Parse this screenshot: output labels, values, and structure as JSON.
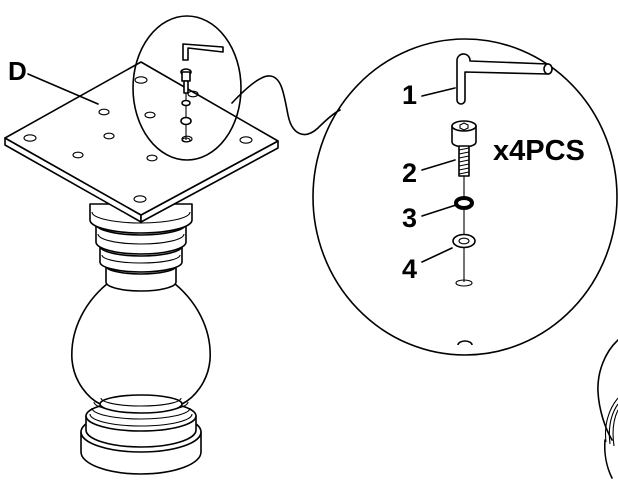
{
  "labels": {
    "part": "D",
    "callout_1": "1",
    "callout_2": "2",
    "callout_3": "3",
    "callout_4": "4",
    "quantity": "x4PCS"
  },
  "icons": {
    "hex_key": "allen-wrench",
    "bolt": "hex-socket-bolt",
    "lock_washer": "spring-washer",
    "flat_washer": "flat-washer"
  },
  "colors": {
    "line": "#000000",
    "background": "#ffffff"
  }
}
